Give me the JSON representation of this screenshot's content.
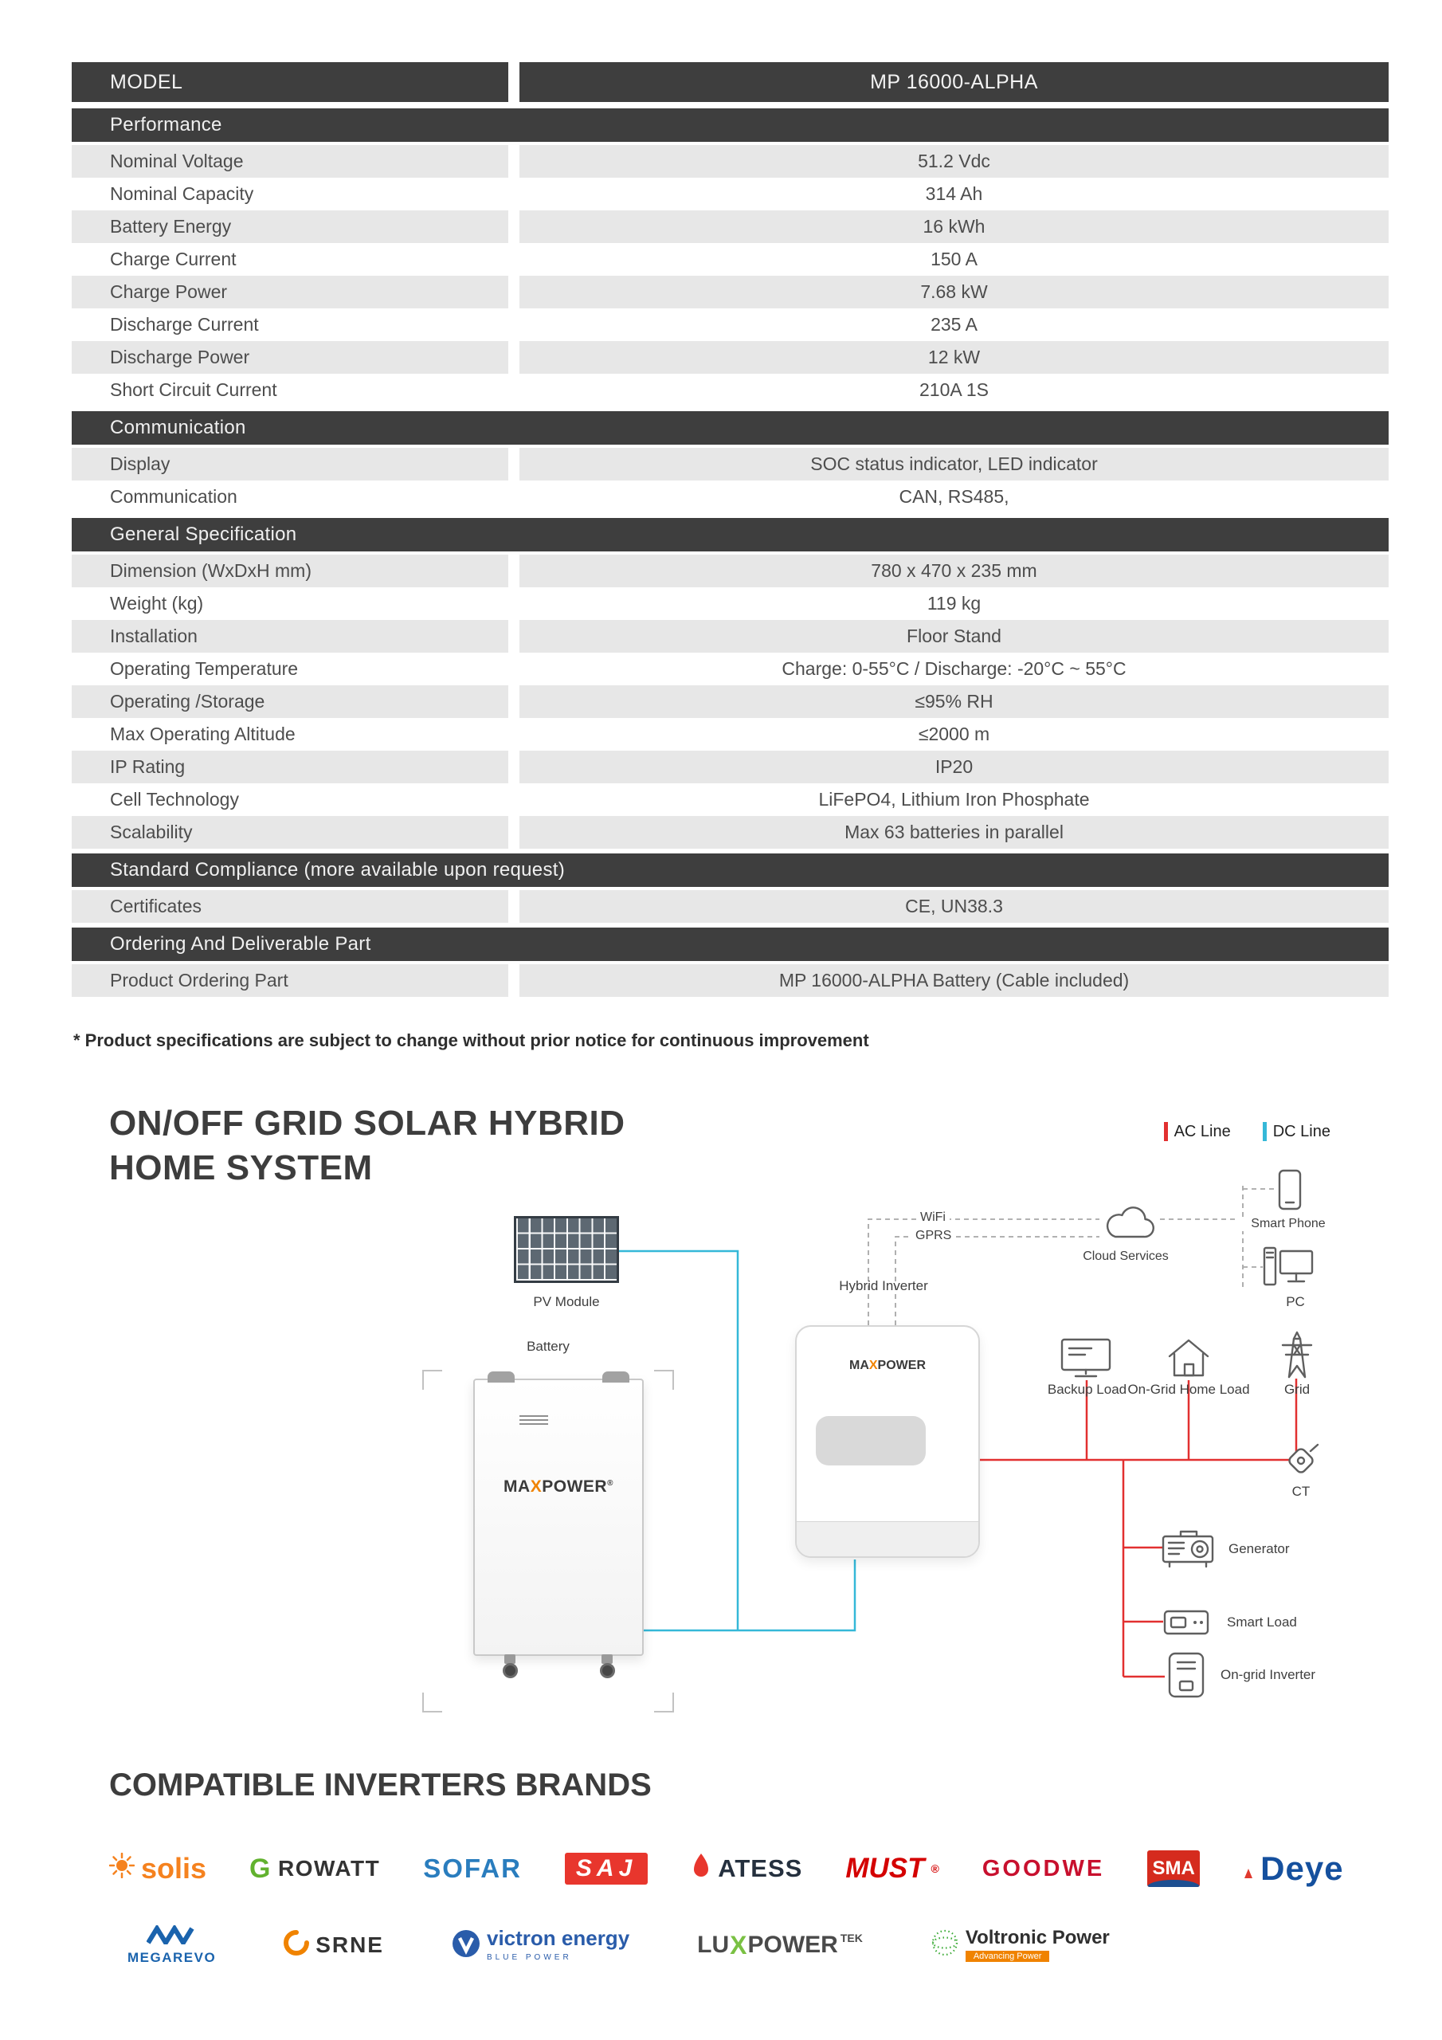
{
  "table": {
    "model": {
      "label": "MODEL",
      "value": "MP 16000-ALPHA"
    },
    "sections": [
      {
        "title": "Performance",
        "rows": [
          {
            "label": "Nominal Voltage",
            "value": "51.2 Vdc"
          },
          {
            "label": "Nominal Capacity",
            "value": "314 Ah"
          },
          {
            "label": "Battery Energy",
            "value": "16 kWh"
          },
          {
            "label": "Charge Current",
            "value": "150 A"
          },
          {
            "label": "Charge Power",
            "value": "7.68 kW"
          },
          {
            "label": "Discharge Current",
            "value": "235 A"
          },
          {
            "label": "Discharge Power",
            "value": "12 kW"
          },
          {
            "label": "Short Circuit Current",
            "value": "210A 1S"
          }
        ]
      },
      {
        "title": "Communication",
        "rows": [
          {
            "label": "Display",
            "value": "SOC status indicator, LED indicator"
          },
          {
            "label": "Communication",
            "value": "CAN, RS485,"
          }
        ]
      },
      {
        "title": "General Specification",
        "rows": [
          {
            "label": "Dimension (WxDxH mm)",
            "value": "780 x 470 x 235 mm"
          },
          {
            "label": "Weight (kg)",
            "value": "119 kg"
          },
          {
            "label": "Installation",
            "value": "Floor Stand"
          },
          {
            "label": "Operating Temperature",
            "value": "Charge: 0-55°C / Discharge: -20°C ~ 55°C"
          },
          {
            "label": "Operating /Storage",
            "value": "≤95% RH"
          },
          {
            "label": "Max Operating Altitude",
            "value": "≤2000 m"
          },
          {
            "label": "IP Rating",
            "value": "IP20"
          },
          {
            "label": "Cell Technology",
            "value": "LiFePO4, Lithium Iron Phosphate"
          },
          {
            "label": "Scalability",
            "value": "Max 63 batteries in parallel"
          }
        ]
      },
      {
        "title": "Standard Compliance (more available upon request)",
        "rows": [
          {
            "label": "Certificates",
            "value": "CE, UN38.3"
          }
        ]
      },
      {
        "title": "Ordering And Deliverable Part",
        "rows": [
          {
            "label": "Product Ordering Part",
            "value": "MP 16000-ALPHA Battery (Cable included)"
          }
        ]
      }
    ]
  },
  "footnote": "* Product specifications are subject to change without prior notice for continuous improvement",
  "diagram": {
    "title1": "ON/OFF GRID SOLAR HYBRID",
    "title2": "HOME SYSTEM",
    "legend": {
      "ac": "AC Line",
      "dc": "DC Line"
    },
    "colors": {
      "ac_line": "#e23030",
      "dc_line": "#35b8d8",
      "logo_accent": "#f08300"
    },
    "labels": {
      "pv_module": "PV Module",
      "battery": "Battery",
      "hybrid_inverter": "Hybrid Inverter",
      "wifi": "WiFi",
      "gprs": "GPRS",
      "cloud": "Cloud Services",
      "smart_phone": "Smart  Phone",
      "pc": "PC",
      "backup_load": "Backup Load",
      "home_load": "On-Grid Home Load",
      "grid": "Grid",
      "ct": "CT",
      "generator": "Generator",
      "smart_load": "Smart Load",
      "ongrid_inverter": "On-grid  Inverter"
    },
    "logo": {
      "pre": "MA",
      "x": "X",
      "post": "POWER",
      "reg": "®"
    }
  },
  "brands": {
    "title": "COMPATIBLE INVERTERS BRANDS",
    "solis": "solis",
    "growatt_g": "G",
    "growatt_rest": "ROWATT",
    "sofar": "SOFAR",
    "saj": "SAJ",
    "atess": "ATESS",
    "must": "MUST",
    "must_reg": "®",
    "goodwe": "GOODWE",
    "sma": "SMA",
    "deye": "Deye",
    "megarevo": "MEGAREVO",
    "srne": "SRNE",
    "victron": "victron energy",
    "victron_sub": "BLUE POWER",
    "lux_lu": "LU",
    "lux_x": "X",
    "lux_power": "POWER",
    "lux_tek": "TEK",
    "voltronic": "Voltronic Power",
    "voltronic_sub": "Advancing Power"
  }
}
